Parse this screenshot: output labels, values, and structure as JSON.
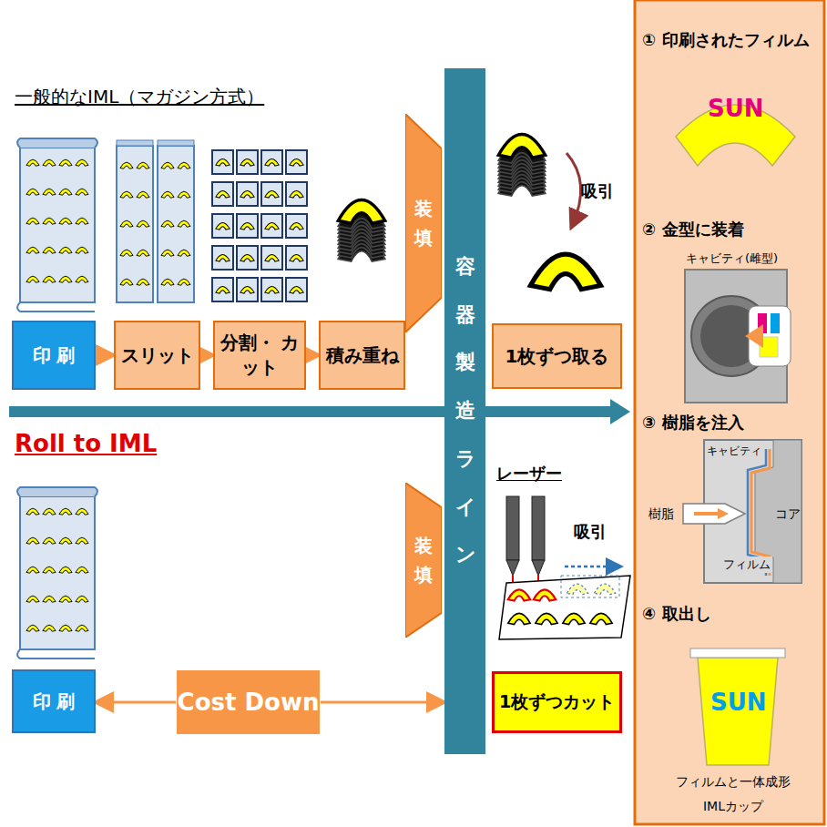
{
  "diagram": {
    "nodes": [
      {
        "text": [
          "印 刷"
        ]
      },
      {
        "text": [
          "スリット"
        ]
      },
      {
        "text": [
          "分割・ カット"
        ]
      },
      {
        "text": [
          "積み重ね"
        ]
      },
      {
        "text": [
          "装填"
        ]
      },
      {
        "text": [
          "容器製造ライン"
        ]
      },
      {
        "text": [
          "1枚ずつ取る"
        ]
      },
      {
        "text": [
          "印 刷"
        ]
      },
      {
        "text": [
          "Cost Down"
        ]
      },
      {
        "text": [
          "装填"
        ]
      },
      {
        "text": [
          "1枚ずつカット"
        ]
      }
    ],
    "edges": [
      {
        "from": 0,
        "to": 1,
        "arrow": "to"
      },
      {
        "from": 1,
        "to": 2,
        "arrow": "to"
      },
      {
        "from": 2,
        "to": 3,
        "arrow": "to"
      },
      {
        "from": 8,
        "to": 7,
        "arrow": "to"
      },
      {
        "from": 8,
        "to": 5,
        "arrow": "to"
      }
    ],
    "labels": [
      "一般的なIML（マガジン方式）",
      "吸引",
      "Roll to IML",
      "レーザー",
      "吸引",
      "① 印刷されたフィルム",
      "SUN",
      "② 金型に装着",
      "キャビティ(雌型)",
      "③ 樹脂を注入",
      "キャビティ",
      "樹脂",
      "コア",
      "フィルム",
      "④ 取出し",
      "SUN",
      "フィルムと一体成形 IMLカップ"
    ]
  }
}
